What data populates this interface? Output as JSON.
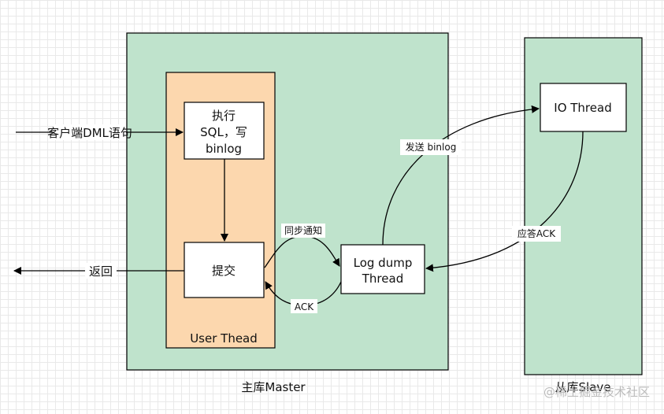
{
  "master": {
    "label": "主库Master"
  },
  "slave": {
    "label": "从库Slave"
  },
  "user_thread": {
    "label": "User Thead"
  },
  "execute_box": {
    "line1": "执行",
    "line2": "SQL，写",
    "line3": "binlog"
  },
  "commit_box": {
    "label": "提交"
  },
  "log_dump_box": {
    "line1": "Log dump",
    "line2": "Thread"
  },
  "io_thread_box": {
    "label": "IO Thread"
  },
  "edges": {
    "client_dml": "客户端DML语句",
    "return": "返回",
    "sync_notify": "同步通知",
    "ack": "ACK",
    "send_binlog": "发送 binlog",
    "reply_ack": "应答ACK"
  },
  "watermark": "@稀土掘金技术社区",
  "colors": {
    "container_fill": "#bfe3cc",
    "thread_fill": "#fcd7ae",
    "box_fill": "#ffffff",
    "stroke": "#000000"
  }
}
